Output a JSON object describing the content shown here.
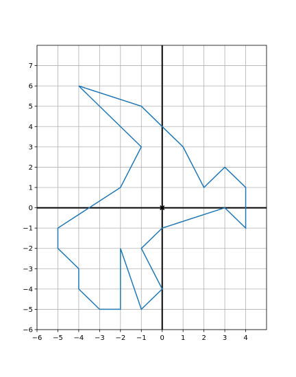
{
  "chart_data": {
    "type": "line",
    "title": "",
    "xlabel": "",
    "ylabel": "",
    "xlim": [
      -6,
      5
    ],
    "ylim": [
      -6,
      8
    ],
    "x_ticks": [
      -6,
      -5,
      -4,
      -3,
      -2,
      -1,
      0,
      1,
      2,
      3,
      4
    ],
    "y_ticks": [
      -6,
      -5,
      -4,
      -3,
      -2,
      -1,
      0,
      1,
      2,
      3,
      4,
      5,
      6,
      7
    ],
    "x_tick_labels": [
      "−6",
      "−5",
      "−4",
      "−3",
      "−2",
      "−1",
      "0",
      "1",
      "2",
      "3",
      "4"
    ],
    "y_tick_labels": [
      "−6",
      "−5",
      "−4",
      "−3",
      "−2",
      "−1",
      "0",
      "1",
      "2",
      "3",
      "4",
      "5",
      "6",
      "7"
    ],
    "grid": true,
    "axes_through_origin": true,
    "origin_marker": "x",
    "series": [
      {
        "color": "#1f77b4",
        "points": [
          [
            -4,
            6
          ],
          [
            -1,
            5
          ],
          [
            0,
            4
          ],
          [
            1,
            3
          ],
          [
            2,
            1
          ],
          [
            3,
            2
          ],
          [
            4,
            1
          ],
          [
            4,
            -1
          ],
          [
            3,
            0
          ],
          [
            0,
            -1
          ],
          [
            -1,
            -2
          ],
          [
            0,
            -4
          ],
          [
            -1,
            -5
          ],
          [
            -2,
            -2
          ],
          [
            -2,
            -5
          ],
          [
            -3,
            -5
          ],
          [
            -4,
            -4
          ],
          [
            -4,
            -3
          ],
          [
            -5,
            -2
          ],
          [
            -5,
            -1
          ],
          [
            -2,
            1
          ],
          [
            -1,
            3
          ],
          [
            -4,
            6
          ]
        ]
      }
    ],
    "colors": {
      "grid": "#b0b0b0",
      "axis": "#000000",
      "frame": "#000000",
      "line": "#1f77b4"
    }
  }
}
